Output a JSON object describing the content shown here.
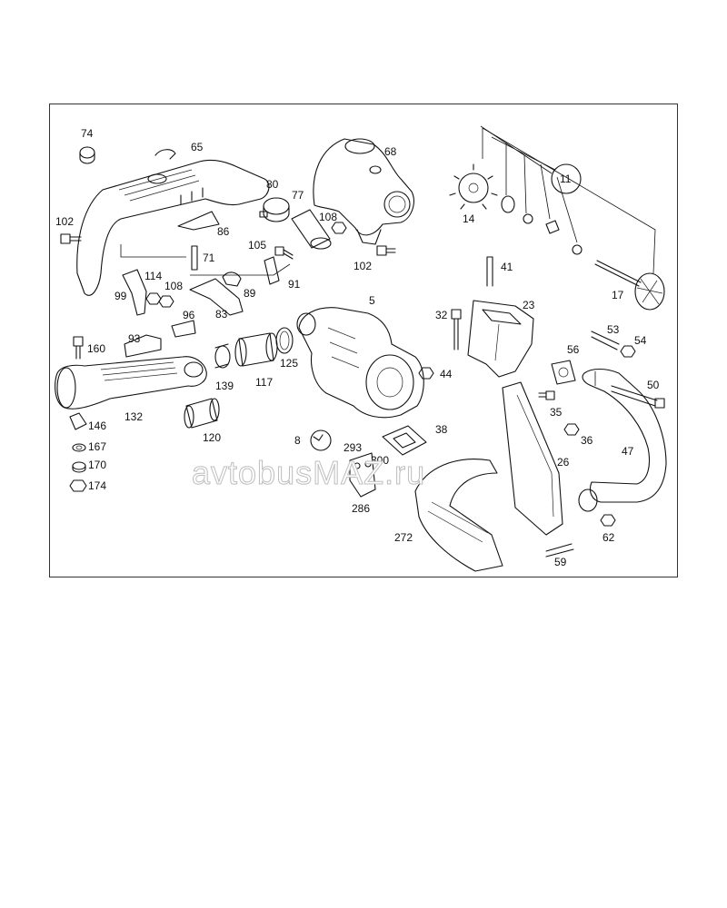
{
  "watermark": "avtobusMAZ.ru",
  "labels": {
    "l74": "74",
    "l65": "65",
    "l68": "68",
    "l11": "11",
    "l14": "14",
    "l102a": "102",
    "l80": "80",
    "l77": "77",
    "l108a": "108",
    "l86": "86",
    "l102b": "102",
    "l71": "71",
    "l105": "105",
    "l41": "41",
    "l17": "17",
    "l99": "99",
    "l114": "114",
    "l108b": "108",
    "l89": "89",
    "l91": "91",
    "l83": "83",
    "l5": "5",
    "l23": "23",
    "l32": "32",
    "l96": "96",
    "l93": "93",
    "l160": "160",
    "l53": "53",
    "l54": "54",
    "l56": "56",
    "l125": "125",
    "l139": "139",
    "l117": "117",
    "l44": "44",
    "l50": "50",
    "l35": "35",
    "l132": "132",
    "l146": "146",
    "l120": "120",
    "l8": "8",
    "l38": "38",
    "l36": "36",
    "l47": "47",
    "l167": "167",
    "l293": "293",
    "l300": "300",
    "l26": "26",
    "l170": "170",
    "l174": "174",
    "l286": "286",
    "l272": "272",
    "l62": "62",
    "l59": "59"
  }
}
